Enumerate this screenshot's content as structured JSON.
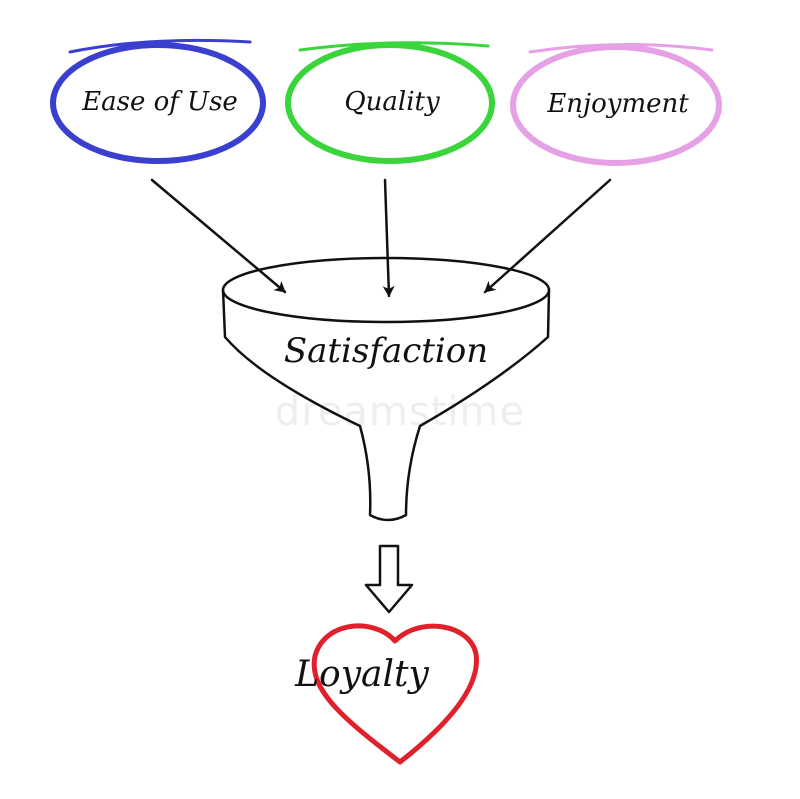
{
  "inputs": [
    {
      "label": "Ease of Use",
      "color": "#3a3fd0"
    },
    {
      "label": "Quality",
      "color": "#3ad53a"
    },
    {
      "label": "Enjoyment",
      "color": "#e6a0e6"
    }
  ],
  "funnel": {
    "label": "Satisfaction"
  },
  "output": {
    "label": "Loyalty",
    "color": "#e0202a"
  },
  "watermark": "dreamstime"
}
